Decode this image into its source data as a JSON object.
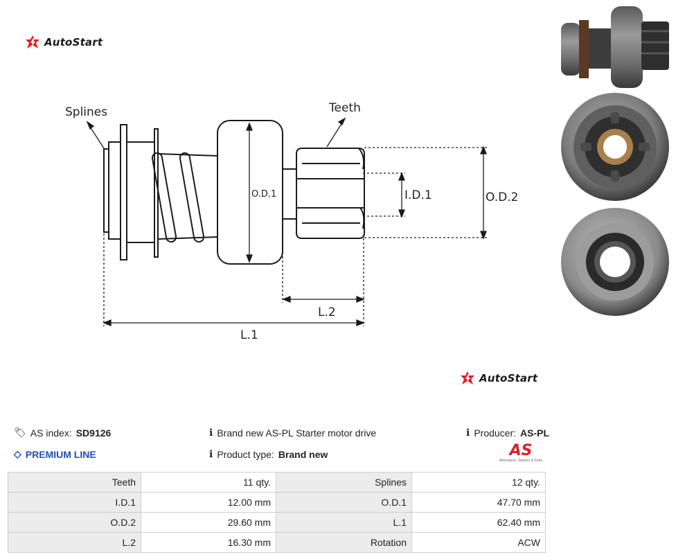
{
  "brand": {
    "name": "AutoStart"
  },
  "diagram": {
    "labels": {
      "splines": "Splines",
      "teeth": "Teeth",
      "od1": "O.D.1",
      "id1": "I.D.1",
      "od2": "O.D.2",
      "l2": "L.2",
      "l1": "L.1"
    }
  },
  "info": {
    "as_index_label": "AS index:",
    "as_index_value": "SD9126",
    "premium": "PREMIUM LINE",
    "description": "Brand new AS-PL Starter motor drive",
    "product_type_label": "Product type:",
    "product_type_value": "Brand new",
    "producer_label": "Producer:",
    "producer_value": "AS-PL",
    "producer_logo_text": "AS",
    "producer_logo_caption": "Alternators, Starters & Parts"
  },
  "specs": {
    "rows": [
      [
        {
          "label": "Teeth",
          "value": "11 qty."
        },
        {
          "label": "Splines",
          "value": "12 qty."
        }
      ],
      [
        {
          "label": "I.D.1",
          "value": "12.00 mm"
        },
        {
          "label": "O.D.1",
          "value": "47.70 mm"
        }
      ],
      [
        {
          "label": "O.D.2",
          "value": "29.60 mm"
        },
        {
          "label": "L.1",
          "value": "62.40 mm"
        }
      ],
      [
        {
          "label": "L.2",
          "value": "16.30 mm"
        },
        {
          "label": "Rotation",
          "value": "ACW"
        }
      ]
    ]
  },
  "colors": {
    "brand_red": "#e01e26",
    "premium_blue": "#1e4fb3"
  }
}
